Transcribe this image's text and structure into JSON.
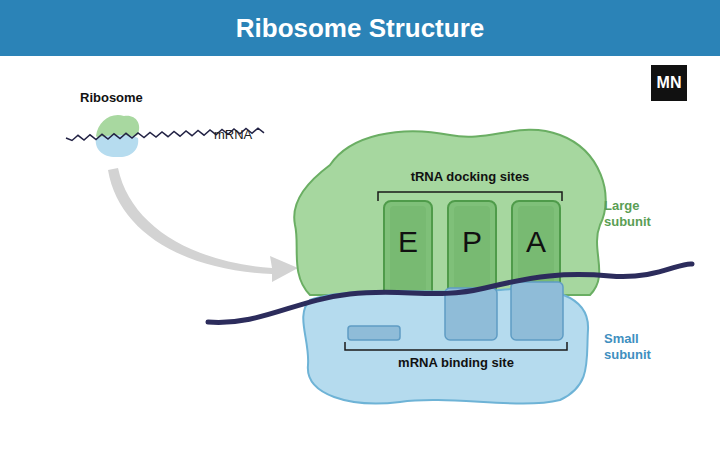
{
  "diagram": {
    "title": "Ribosome Structure",
    "nodes": [
      {
        "text": [
          "MN"
        ]
      },
      {
        "text": [
          "tRNA docking sites",
          "Large subunit"
        ]
      },
      {
        "text": [
          "E"
        ],
        "in": 1
      },
      {
        "text": [
          "P"
        ],
        "in": 1
      },
      {
        "text": [
          "A"
        ],
        "in": 1
      },
      {
        "text": [
          "mRNA binding site",
          "Small subunit"
        ]
      }
    ],
    "labels": [
      "Ribosome",
      "mRNA"
    ]
  }
}
